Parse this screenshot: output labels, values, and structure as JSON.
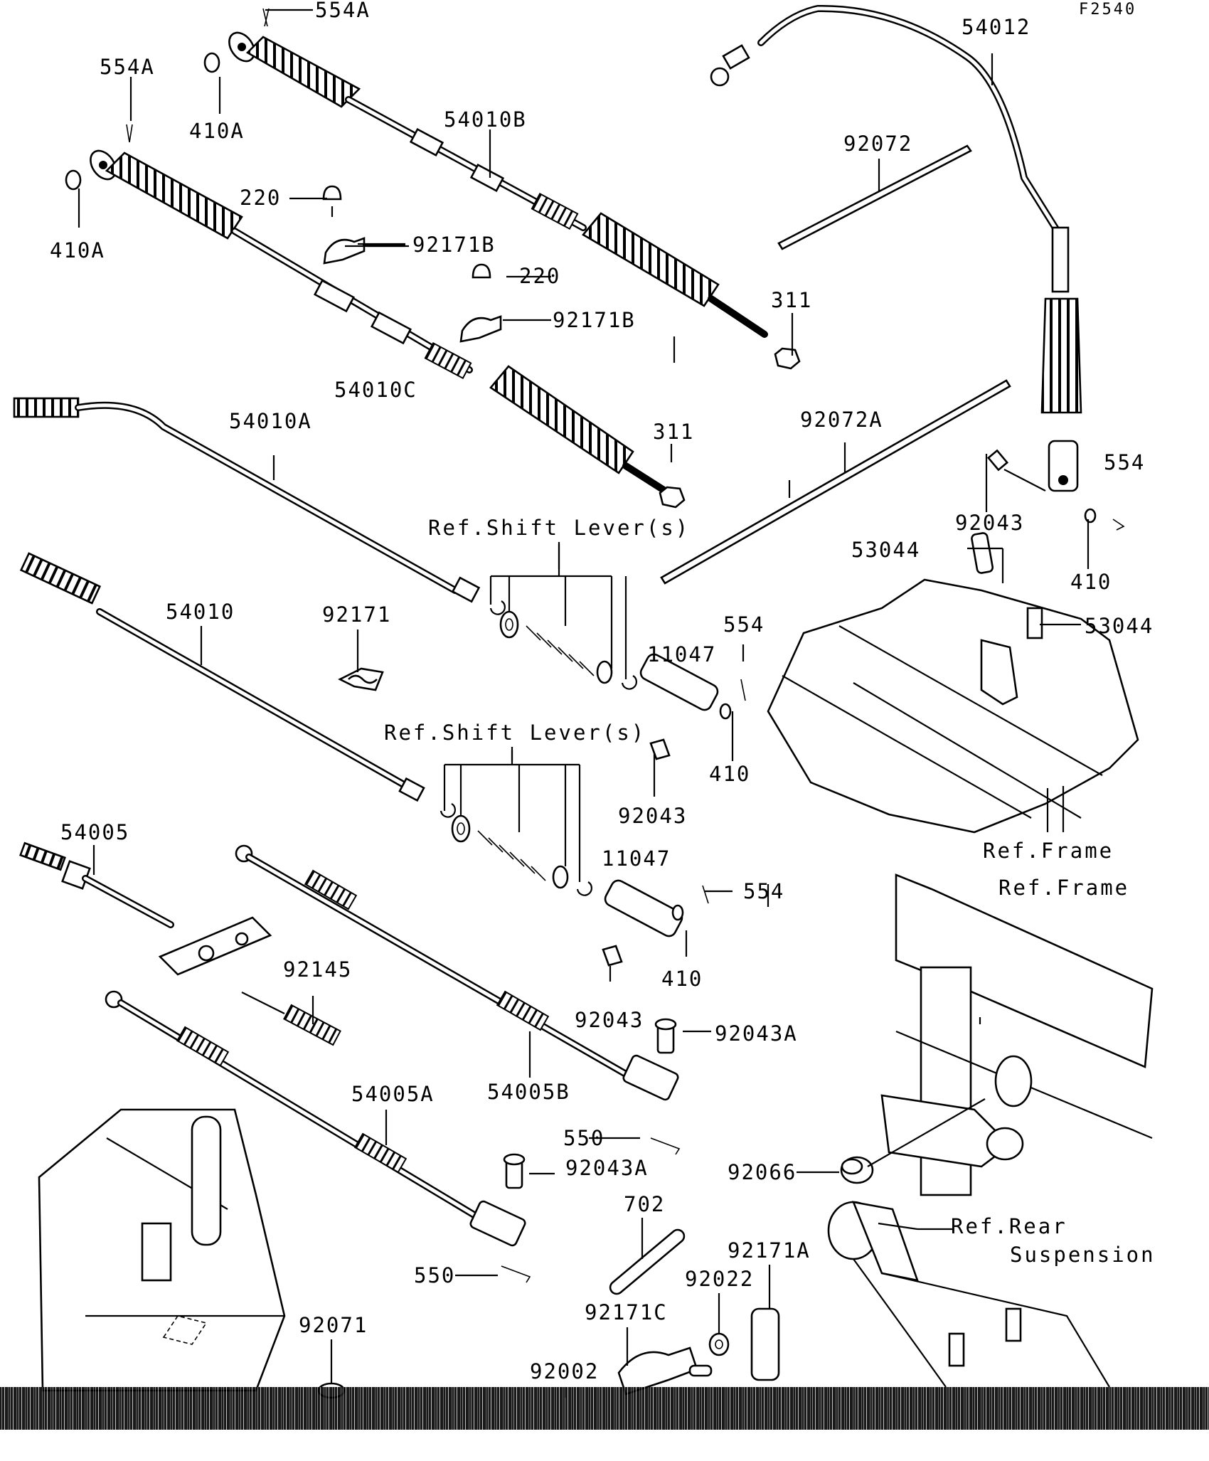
{
  "figure_code": "F2540",
  "parts": [
    {
      "id": "p554A_1",
      "label": "554A"
    },
    {
      "id": "p554A_2",
      "label": "554A"
    },
    {
      "id": "p410A_1",
      "label": "410A"
    },
    {
      "id": "p410A_2",
      "label": "410A"
    },
    {
      "id": "p54010B",
      "label": "54010B"
    },
    {
      "id": "p220_1",
      "label": "220"
    },
    {
      "id": "p220_2",
      "label": "220"
    },
    {
      "id": "p92171B_1",
      "label": "92171B"
    },
    {
      "id": "p92171B_2",
      "label": "92171B"
    },
    {
      "id": "p311_1",
      "label": "311"
    },
    {
      "id": "p311_2",
      "label": "311"
    },
    {
      "id": "p54010C",
      "label": "54010C"
    },
    {
      "id": "p54012",
      "label": "54012"
    },
    {
      "id": "p92072",
      "label": "92072"
    },
    {
      "id": "p92072A",
      "label": "92072A"
    },
    {
      "id": "p54010A",
      "label": "54010A"
    },
    {
      "id": "p54010",
      "label": "54010"
    },
    {
      "id": "p92171",
      "label": "92171"
    },
    {
      "id": "p11047_1",
      "label": "11047"
    },
    {
      "id": "p11047_2",
      "label": "11047"
    },
    {
      "id": "p554_1",
      "label": "554"
    },
    {
      "id": "p554_2",
      "label": "554"
    },
    {
      "id": "p554_3",
      "label": "554"
    },
    {
      "id": "p410_1",
      "label": "410"
    },
    {
      "id": "p410_2",
      "label": "410"
    },
    {
      "id": "p410_3",
      "label": "410"
    },
    {
      "id": "p92043_1",
      "label": "92043"
    },
    {
      "id": "p92043_2",
      "label": "92043"
    },
    {
      "id": "p92043_3",
      "label": "92043"
    },
    {
      "id": "p53044_1",
      "label": "53044"
    },
    {
      "id": "p53044_2",
      "label": "53044"
    },
    {
      "id": "p54005",
      "label": "54005"
    },
    {
      "id": "p92145",
      "label": "92145"
    },
    {
      "id": "p92043A_1",
      "label": "92043A"
    },
    {
      "id": "p92043A_2",
      "label": "92043A"
    },
    {
      "id": "p54005B",
      "label": "54005B"
    },
    {
      "id": "p54005A",
      "label": "54005A"
    },
    {
      "id": "p550_1",
      "label": "550"
    },
    {
      "id": "p550_2",
      "label": "550"
    },
    {
      "id": "p92066",
      "label": "92066"
    },
    {
      "id": "p702",
      "label": "702"
    },
    {
      "id": "p92171A",
      "label": "92171A"
    },
    {
      "id": "p92022",
      "label": "92022"
    },
    {
      "id": "p92171C",
      "label": "92171C"
    },
    {
      "id": "p92002",
      "label": "92002"
    },
    {
      "id": "p92071",
      "label": "92071"
    }
  ],
  "references": {
    "shift_lever_1": "Ref.Shift Lever(s)",
    "shift_lever_2": "Ref.Shift Lever(s)",
    "frame_1": "Ref.Frame",
    "frame_2": "Ref.Frame",
    "rear_suspension_line1": "Ref.Rear",
    "rear_suspension_line2": "Suspension"
  }
}
